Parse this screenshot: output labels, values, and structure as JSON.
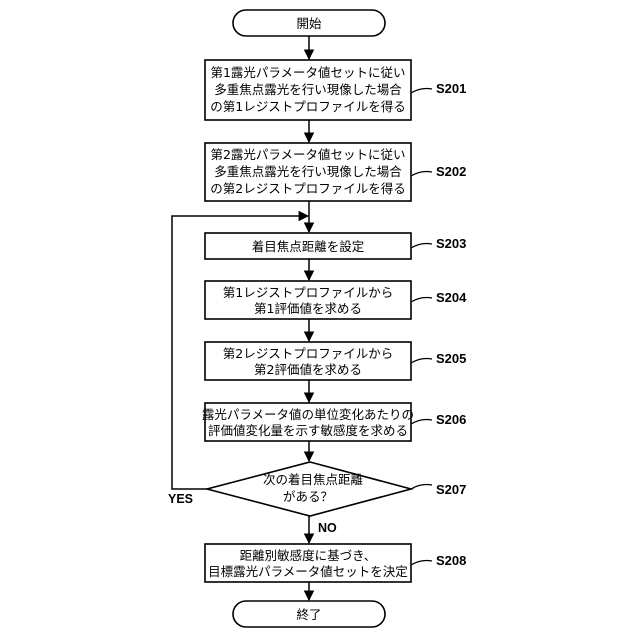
{
  "start": {
    "label": "開始"
  },
  "end": {
    "label": "終了"
  },
  "steps": {
    "s201": {
      "id": "S201",
      "lines": [
        "第1露光パラメータ値セットに従い",
        "多重焦点露光を行い現像した場合",
        "の第1レジストプロファイルを得る"
      ]
    },
    "s202": {
      "id": "S202",
      "lines": [
        "第2露光パラメータ値セットに従い",
        "多重焦点露光を行い現像した場合",
        "の第2レジストプロファイルを得る"
      ]
    },
    "s203": {
      "id": "S203",
      "lines": [
        "着目焦点距離を設定"
      ]
    },
    "s204": {
      "id": "S204",
      "lines": [
        "第1レジストプロファイルから",
        "第1評価値を求める"
      ]
    },
    "s205": {
      "id": "S205",
      "lines": [
        "第2レジストプロファイルから",
        "第2評価値を求める"
      ]
    },
    "s206": {
      "id": "S206",
      "lines": [
        "露光パラメータ値の単位変化あたりの",
        "評価値変化量を示す敏感度を求める"
      ]
    },
    "s207": {
      "id": "S207",
      "lines": [
        "次の着目焦点距離",
        "がある？"
      ]
    },
    "s208": {
      "id": "S208",
      "lines": [
        "距離別敏感度に基づき、",
        "目標露光パラメータ値セットを決定"
      ]
    }
  },
  "branches": {
    "yes": "YES",
    "no": "NO"
  }
}
